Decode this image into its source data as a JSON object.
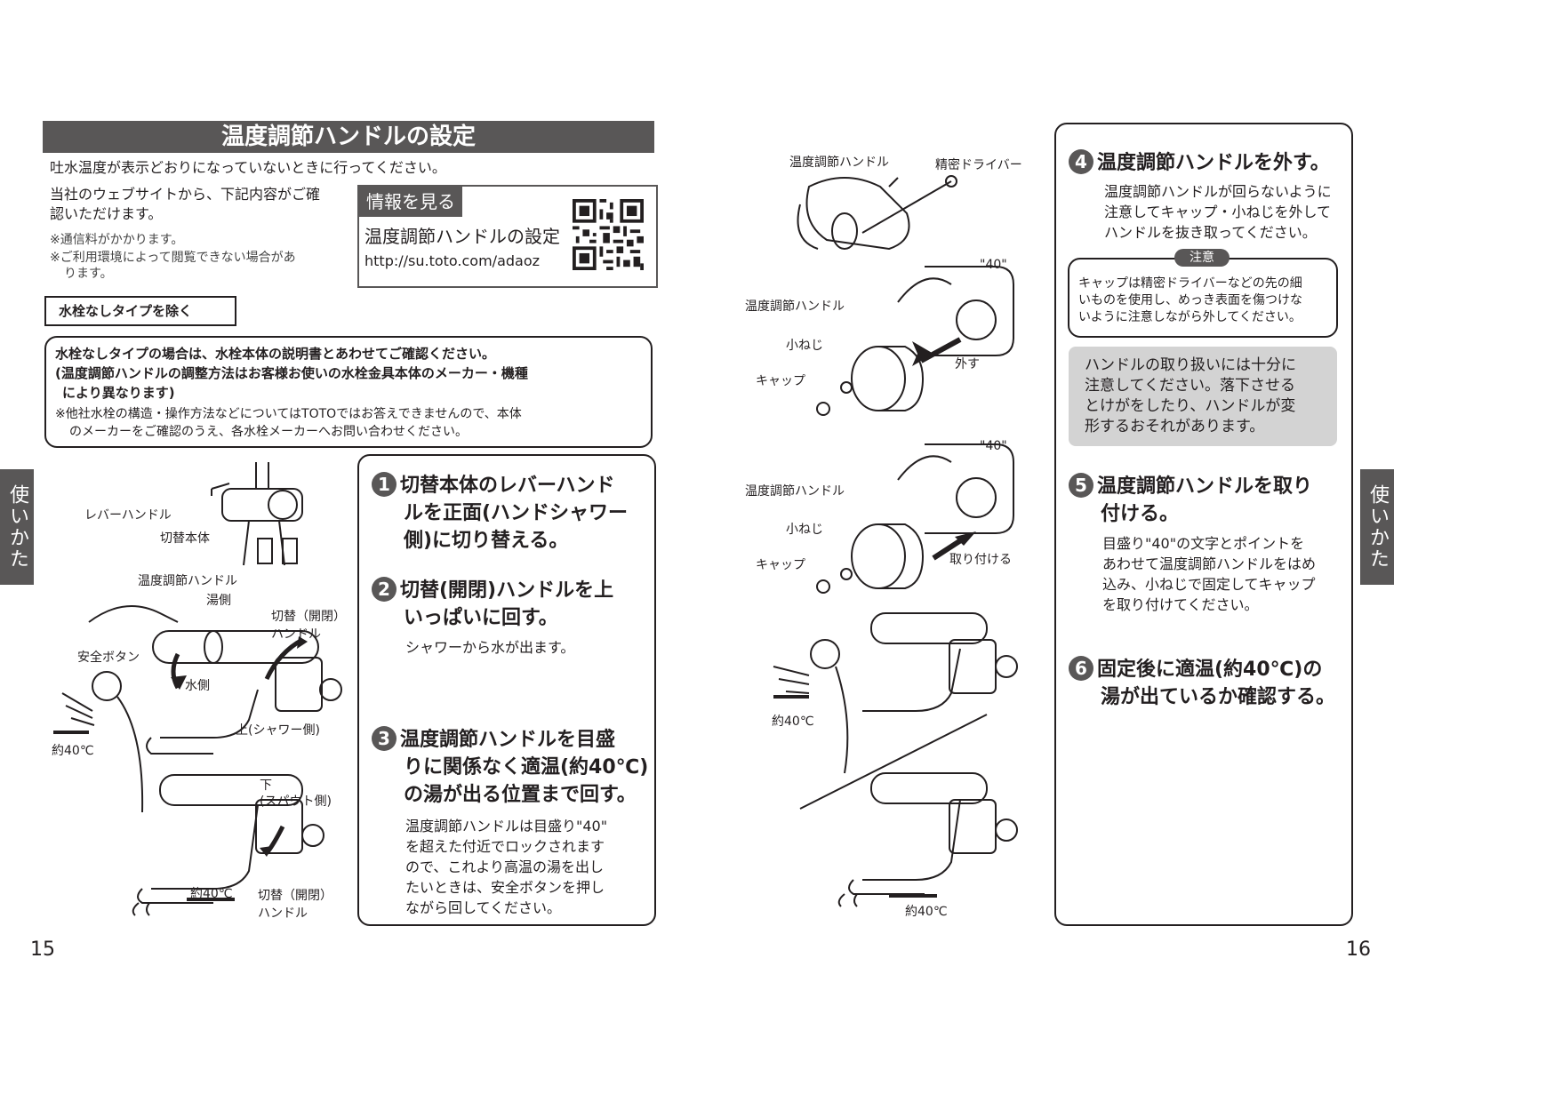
{
  "left_page": {
    "title": "温度調節ハンドルの設定",
    "intro": "吐水温度が表示どおりになっていないときに行ってください。",
    "web_line1": "当社のウェブサイトから、下記内容がご確",
    "web_line2": "認いただけます。",
    "note1": "※通信料がかかります。",
    "note2a": "※ご利用環境によって閲覧できない場合があ",
    "note2b": "ります。",
    "info_tag": "情報を見る",
    "info_title": "温度調節ハンドルの設定",
    "info_url": "http://su.toto.com/adaoz",
    "except_label": "水栓なしタイプを除く",
    "notice_line1": "水栓なしタイプの場合は、水栓本体の説明書とあわせてご確認ください。",
    "notice_line2": "(温度調節ハンドルの調整方法はお客様お使いの水栓金具本体のメーカー・機種",
    "notice_line3": "により異なります)",
    "notice_line4": "※他社水栓の構造・操作方法などについてはTOTOではお答えできませんので、本体",
    "notice_line5": "のメーカーをご確認のうえ、各水栓メーカーへお問い合わせください。",
    "steps": [
      {
        "num": "1",
        "lines": [
          "切替本体のレバーハンド",
          "ルを正面(ハンドシャワー",
          "側)に切り替える。"
        ],
        "text": []
      },
      {
        "num": "2",
        "lines": [
          "切替(開閉)ハンドルを上",
          "いっぱいに回す。"
        ],
        "text": [
          "シャワーから水が出ます。"
        ]
      },
      {
        "num": "3",
        "lines": [
          "温度調節ハンドルを目盛",
          "りに関係なく適温(約40℃)",
          "の湯が出る位置まで回す。"
        ],
        "text": [
          "温度調節ハンドルは目盛り\"40\"",
          "を超えた付近でロックされます",
          "ので、これより高温の湯を出し",
          "たいときは、安全ボタンを押し",
          "ながら回してください。"
        ]
      }
    ],
    "labels": {
      "lever_handle": "レバーハンドル",
      "switch_body": "切替本体",
      "temp_handle": "温度調節ハンドル",
      "hot_side": "湯側",
      "switch_open_close": "切替（開閉）",
      "handle": "ハンドル",
      "safety_button": "安全ボタン",
      "water_side": "水側",
      "up_shower": "上(シャワー側)",
      "approx_40": "約40℃",
      "down": "下",
      "spout_side": "(スパウト側)",
      "switch_open_close2": "切替（開閉）",
      "handle2": "ハンドル",
      "approx_40b": "約40℃"
    },
    "side_tab": "使いかた",
    "page_number": "15"
  },
  "right_page": {
    "labels": {
      "temp_handle_top": "温度調節ハンドル",
      "driver": "精密ドライバー",
      "forty_a": "\"40\"",
      "temp_handle_mid": "温度調節ハンドル",
      "screw_a": "小ねじ",
      "cap_a": "キャップ",
      "remove": "外す",
      "forty_b": "\"40\"",
      "temp_handle_low": "温度調節ハンドル",
      "screw_b": "小ねじ",
      "cap_b": "キャップ",
      "attach": "取り付ける",
      "approx_40a": "約40℃",
      "approx_40b": "約40℃"
    },
    "step4": {
      "num": "4",
      "heading": "温度調節ハンドルを外す。",
      "text": [
        "温度調節ハンドルが回らないように",
        "注意してキャップ・小ねじを外して",
        "ハンドルを抜き取ってください。"
      ]
    },
    "caution_tag": "注意",
    "caution_text": [
      "キャップは精密ドライバーなどの先の細",
      "いものを使用し、めっき表面を傷つけな",
      "いように注意しながら外してください。"
    ],
    "gray_text": [
      "ハンドルの取り扱いには十分に",
      "注意してください。落下させる",
      "とけがをしたり、ハンドルが変",
      "形するおそれがあります。"
    ],
    "step5": {
      "num": "5",
      "heading": [
        "温度調節ハンドルを取り",
        "付ける。"
      ],
      "text": [
        "目盛り\"40\"の文字とポイントを",
        "あわせて温度調節ハンドルをはめ",
        "込み、小ねじで固定してキャップ",
        "を取り付けてください。"
      ]
    },
    "step6": {
      "num": "6",
      "heading": [
        "固定後に適温(約40℃)の",
        "湯が出ているか確認する。"
      ]
    },
    "side_tab": "使いかた",
    "page_number": "16"
  },
  "colors": {
    "dark_gray": "#595757",
    "light_gray": "#d3d3d3",
    "text": "#231f20"
  }
}
